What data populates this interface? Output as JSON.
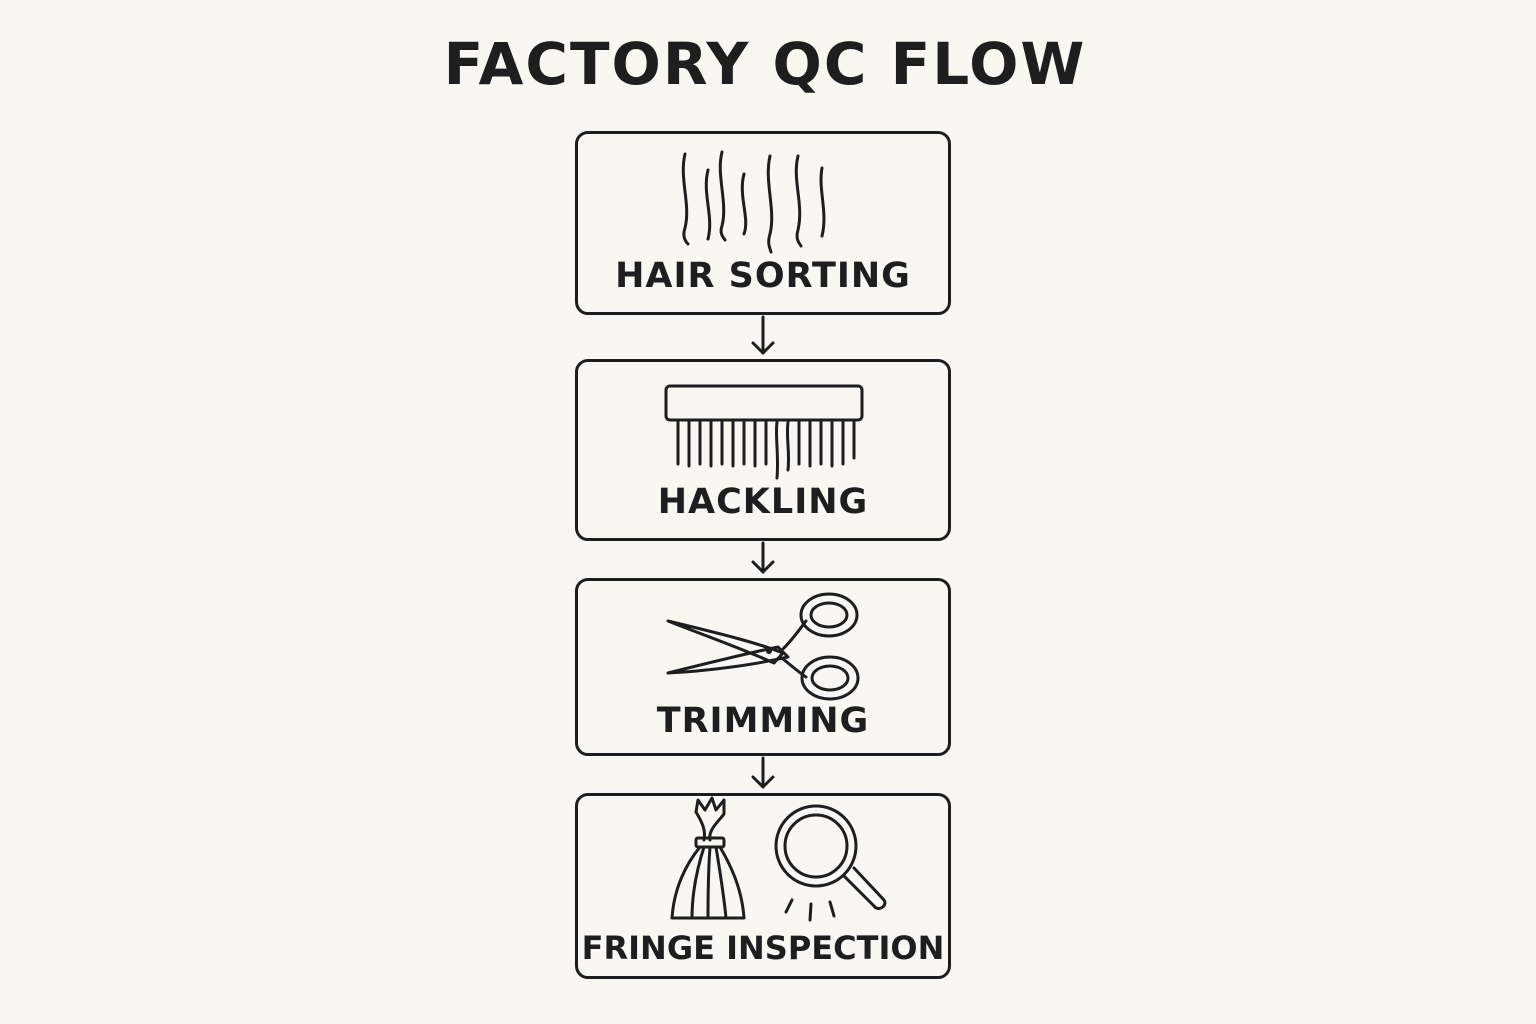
{
  "diagram": {
    "title": "FACTORY QC FLOW",
    "steps": [
      {
        "label": "HAIR SORTING",
        "icons": [
          "hair-strands-icon"
        ]
      },
      {
        "label": "HACKLING",
        "icons": [
          "hackle-comb-icon"
        ]
      },
      {
        "label": "TRIMMING",
        "icons": [
          "scissors-icon"
        ]
      },
      {
        "label": "FRINGE INSPECTION",
        "icons": [
          "fringe-bundle-icon",
          "magnifier-icon"
        ]
      }
    ],
    "connectors": [
      "arrow-down",
      "arrow-down",
      "arrow-down"
    ]
  },
  "colors": {
    "background": "#f8f7f2",
    "ink": "#1e1e1e"
  }
}
